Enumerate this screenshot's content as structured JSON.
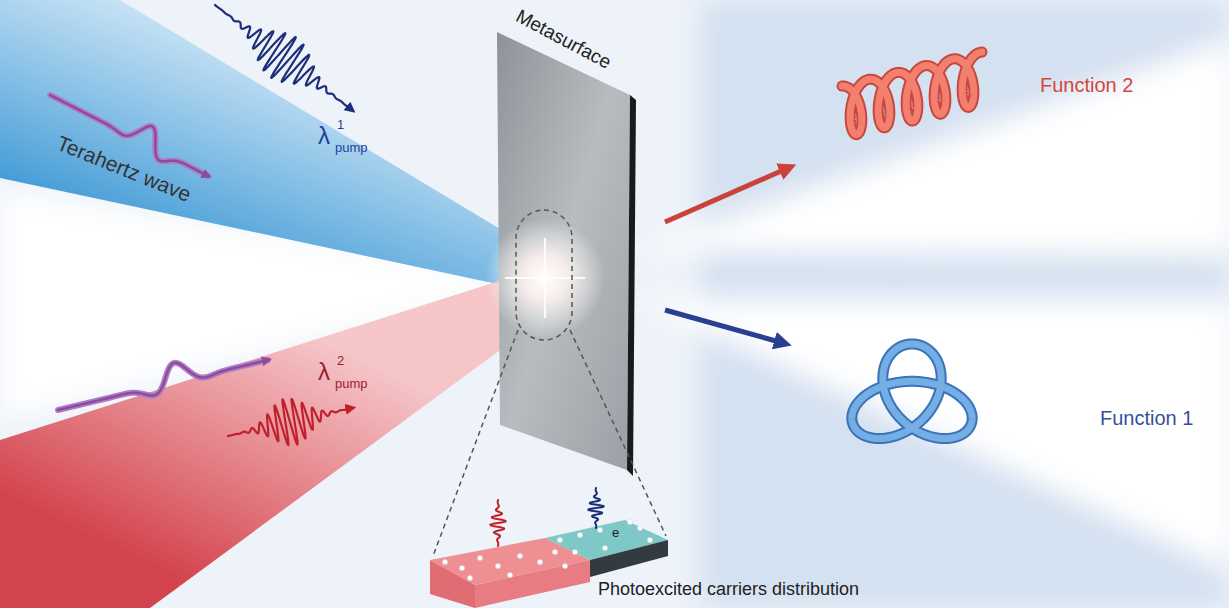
{
  "diagram": {
    "labels": [
      "Metasurface",
      "Terahertz wave",
      "λ",
      "1",
      "pump",
      "λ",
      "2",
      "pump",
      "Function 2",
      "Function 1",
      "e",
      "Photoexcited carriers distribution"
    ]
  }
}
